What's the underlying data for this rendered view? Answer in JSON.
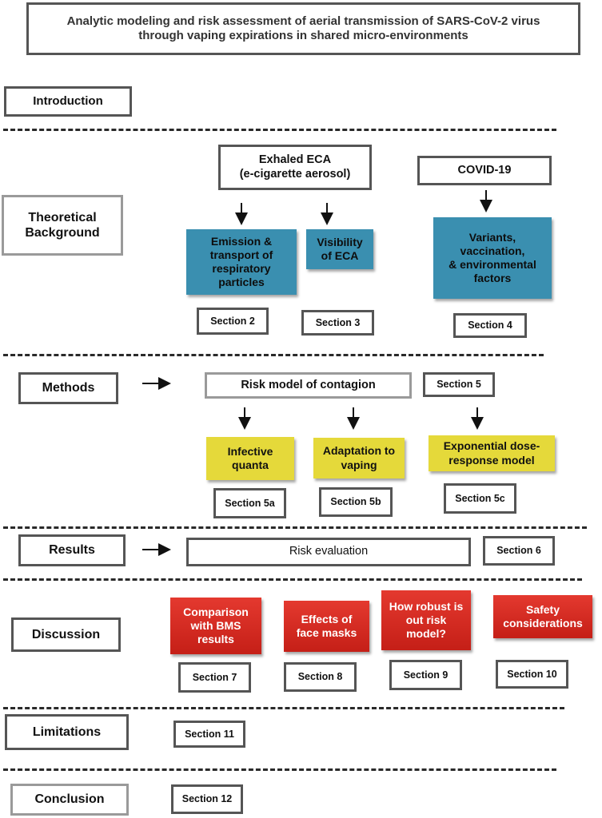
{
  "title": "Analytic modeling and risk assessment of aerial transmission of SARS-CoV-2 virus through vaping expirations in shared micro-environments",
  "sections": {
    "introduction": "Introduction",
    "theoretical_background": "Theoretical Background",
    "methods": "Methods",
    "results": "Results",
    "discussion": "Discussion",
    "limitations": "Limitations",
    "conclusion": "Conclusion"
  },
  "theory": {
    "exhaled_eca": "Exhaled ECA\n(e-cigarette aerosol)",
    "covid": "COVID-19",
    "emission": "Emission &\ntransport of\nrespiratory\nparticles",
    "visibility": "Visibility\nof ECA",
    "variants": "Variants,\nvaccination,\n& environmental\nfactors",
    "sec2": "Section 2",
    "sec3": "Section 3",
    "sec4": "Section 4"
  },
  "methods": {
    "risk_model": "Risk model of contagion",
    "sec5": "Section 5",
    "infective": "Infective\nquanta",
    "adaptation": "Adaptation to\nvaping",
    "dose": "Exponential dose-\nresponse model",
    "sec5a": "Section 5a",
    "sec5b": "Section 5b",
    "sec5c": "Section 5c"
  },
  "results": {
    "risk_eval": "Risk evaluation",
    "sec6": "Section 6"
  },
  "discussion": {
    "comparison": "Comparison\nwith BMS\nresults",
    "masks": "Effects of\nface masks",
    "robust": "How robust is\nout risk\nmodel?",
    "safety": "Safety\nconsiderations",
    "sec7": "Section 7",
    "sec8": "Section 8",
    "sec9": "Section 9",
    "sec10": "Section 10"
  },
  "limitations": {
    "sec11": "Section 11"
  },
  "conclusion": {
    "sec12": "Section 12"
  },
  "colors": {
    "teal": "#3a8fb0",
    "yellow": "#e5d93a",
    "red": "#d42a22"
  }
}
